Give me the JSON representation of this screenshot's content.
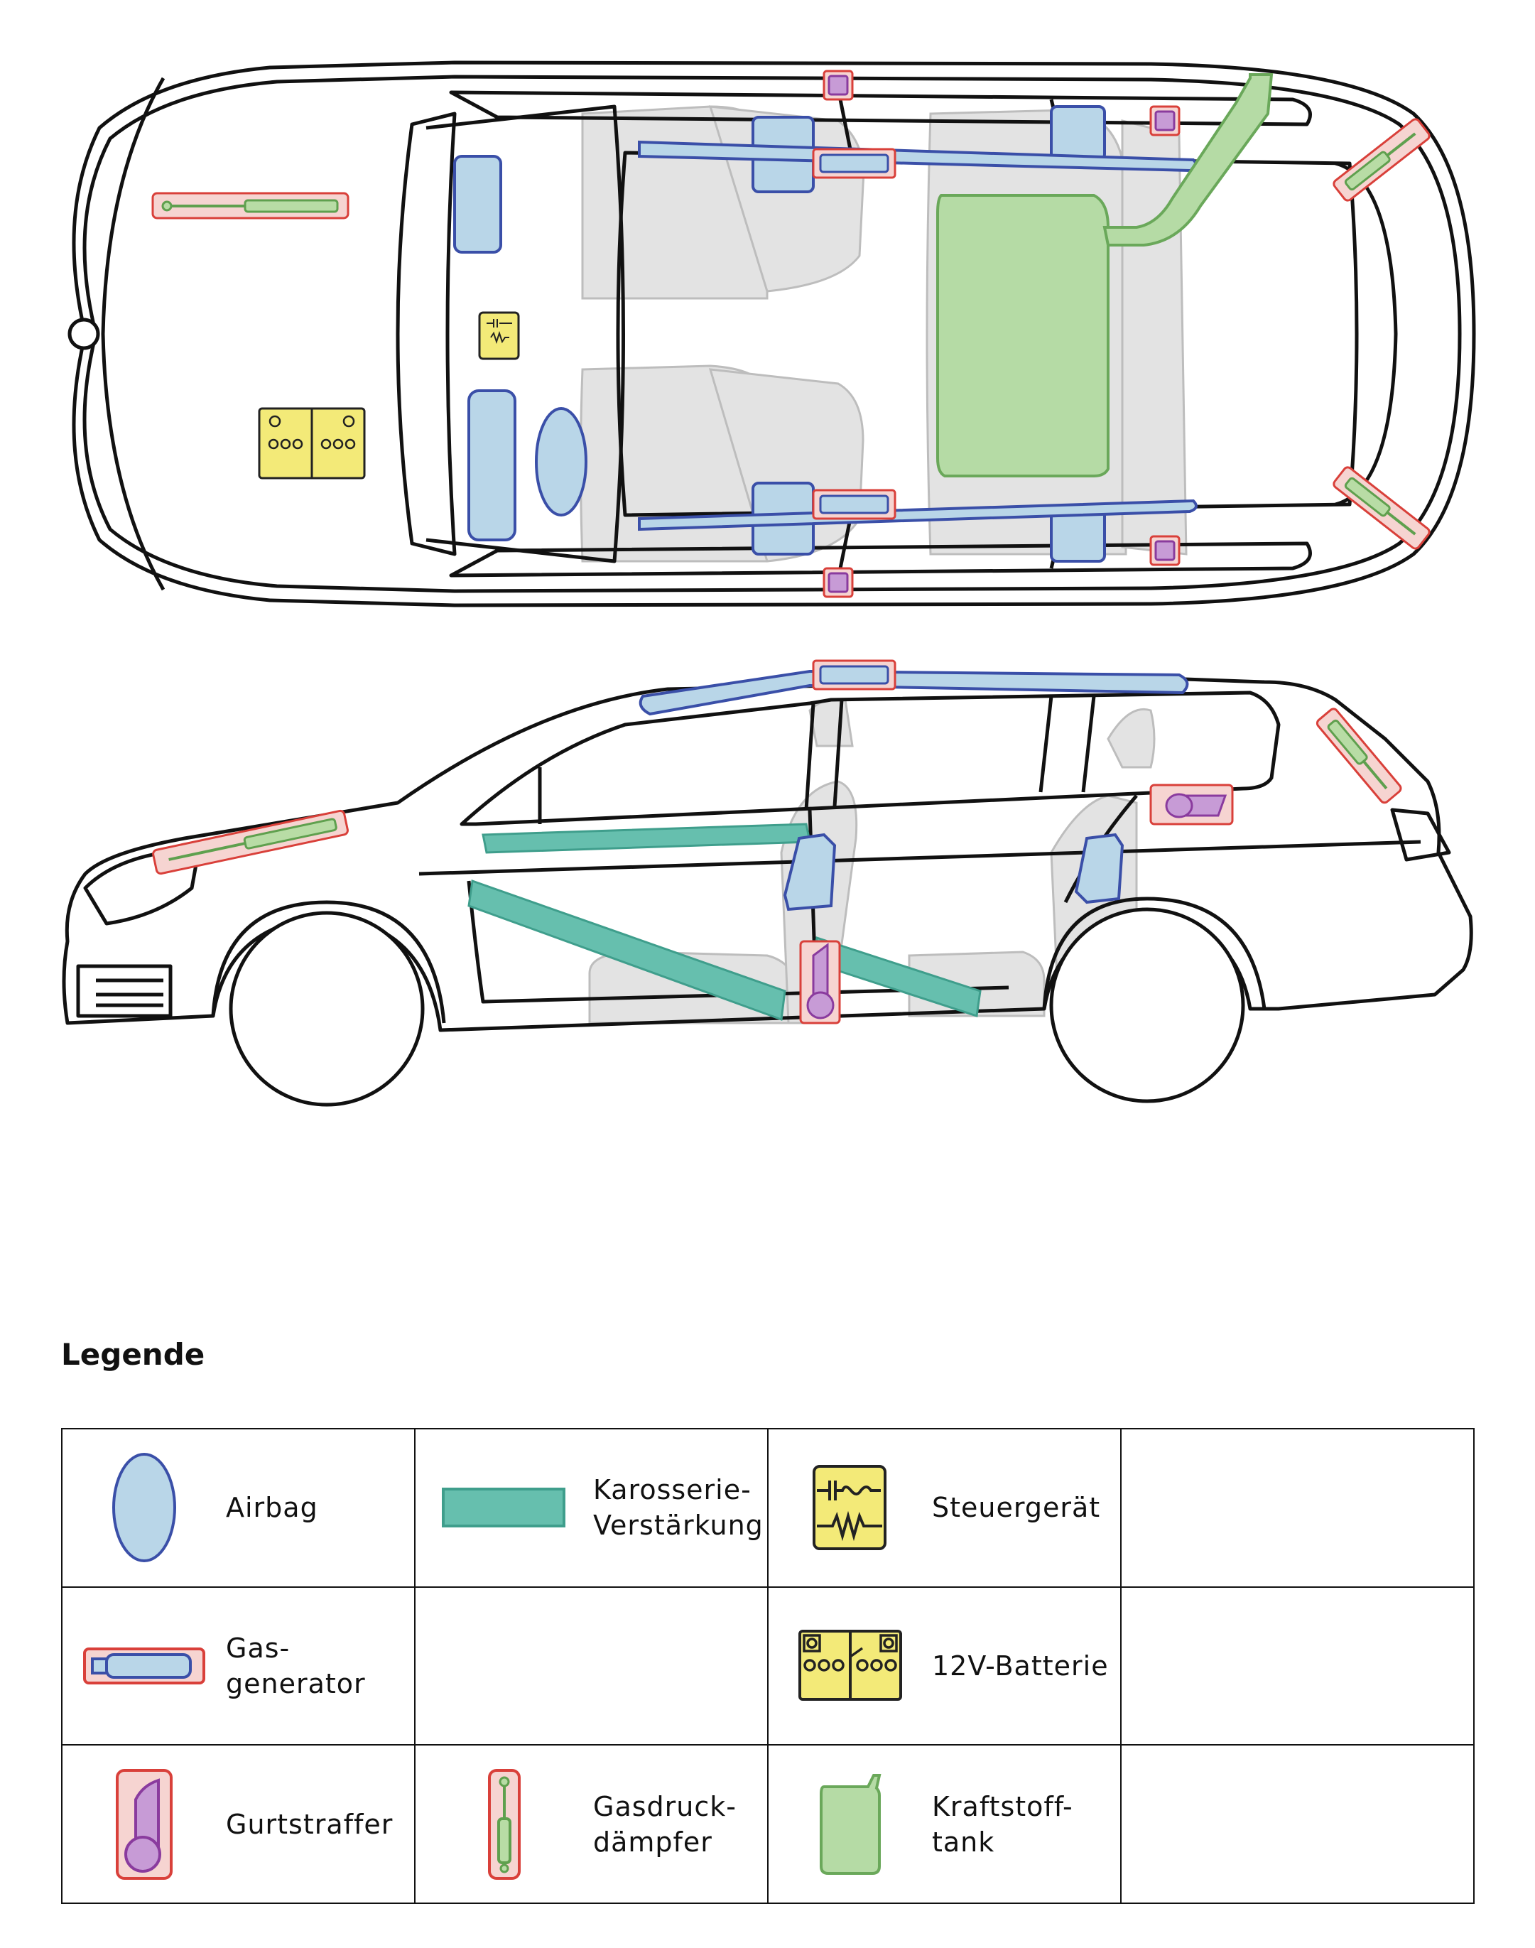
{
  "colors": {
    "outline": "#111111",
    "airbag_fill": "#b9d6e8",
    "airbag_stroke": "#3a4fa8",
    "reinforcement_fill": "#66bfae",
    "reinforcement_stroke": "#3f9e8c",
    "ecu_fill": "#f3ea78",
    "ecu_stroke": "#222222",
    "generator_box_fill": "#f6d4d1",
    "generator_box_stroke": "#d9403a",
    "pretensioner_fill": "#c79bd6",
    "pretensioner_stroke": "#8a3b9e",
    "damper_fill": "#b8dca5",
    "damper_stroke": "#5fa04e",
    "fuel_fill": "#b5dba5",
    "fuel_stroke": "#6aa85a",
    "seat_fill": "#e3e3e3",
    "seat_stroke": "#bdbdbd"
  },
  "legend": {
    "title": "Legende",
    "items": {
      "airbag": "Airbag",
      "karosserie": "Karosserie-\nVerstärkung",
      "steuergeraet": "Steuergerät",
      "gasgenerator": "Gas-\ngenerator",
      "batterie": "12V-Batterie",
      "gurtstraffer": "Gurtstraffer",
      "gasdruck": "Gasdruck-\ndämpfer",
      "kraftstoff": "Kraftstoff-\ntank"
    },
    "icons": {
      "airbag": "airbag-icon",
      "karosserie": "body-reinforcement-icon",
      "steuergeraet": "control-unit-icon",
      "gasgenerator": "gas-generator-icon",
      "batterie": "battery-icon",
      "gurtstraffer": "belt-tensioner-icon",
      "gasdruck": "gas-spring-icon",
      "kraftstoff": "fuel-tank-icon"
    }
  }
}
